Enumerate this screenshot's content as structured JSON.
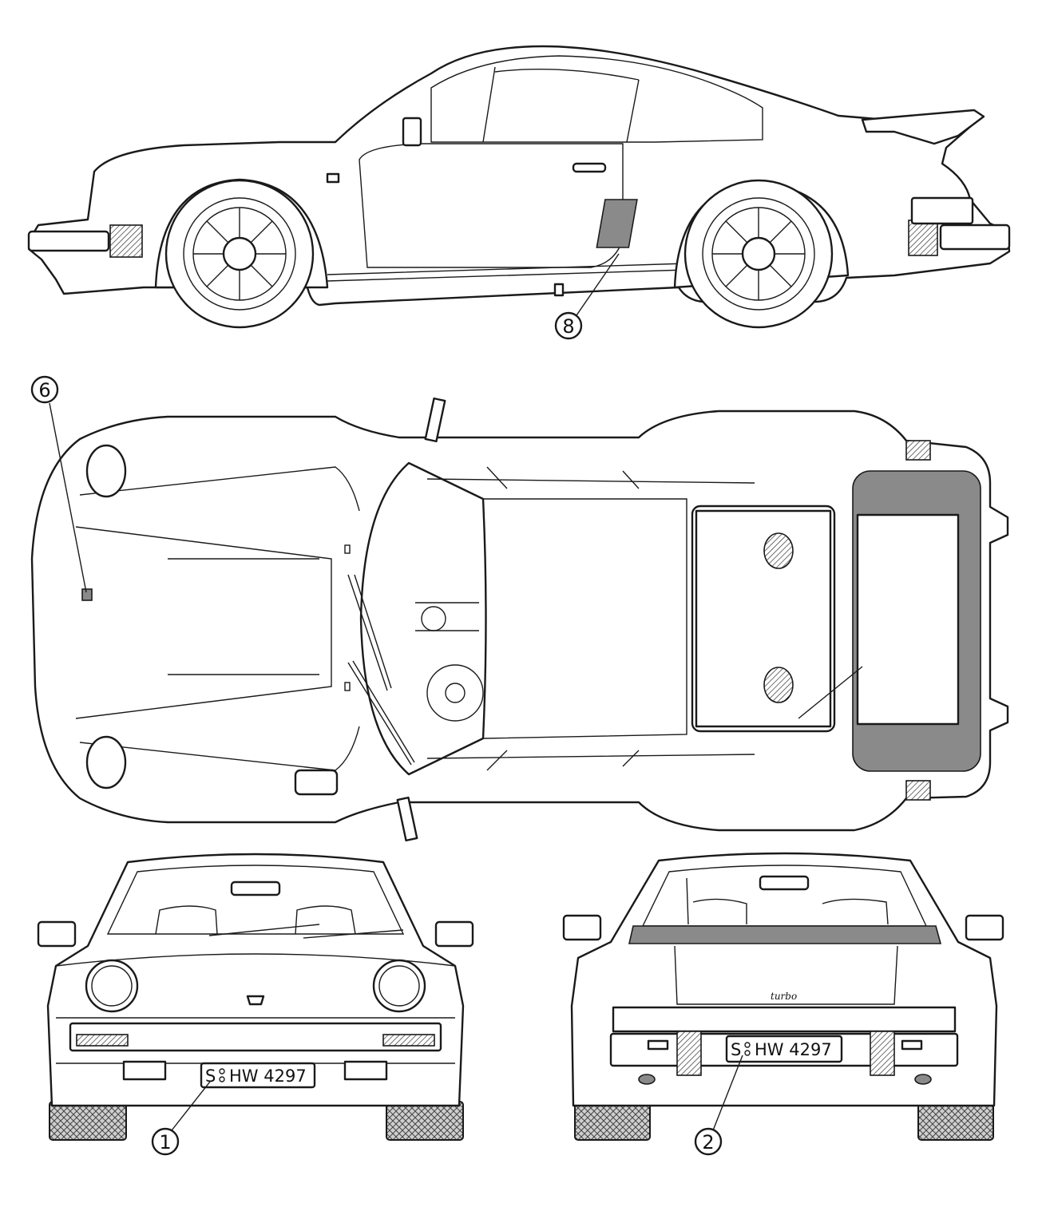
{
  "views": {
    "side": {
      "name": "side-view"
    },
    "top": {
      "name": "top-view"
    },
    "front": {
      "name": "front-view"
    },
    "rear": {
      "name": "rear-view"
    }
  },
  "callouts": [
    {
      "id": "callout-1",
      "label": "1"
    },
    {
      "id": "callout-2",
      "label": "2"
    },
    {
      "id": "callout-6",
      "label": "6"
    },
    {
      "id": "callout-8",
      "label": "8"
    }
  ],
  "front_plate": {
    "prefix": "S",
    "text": "HW 4297"
  },
  "rear_plate": {
    "prefix": "S",
    "text": "HW 4297"
  },
  "rear_badge": {
    "text": "turbo"
  }
}
